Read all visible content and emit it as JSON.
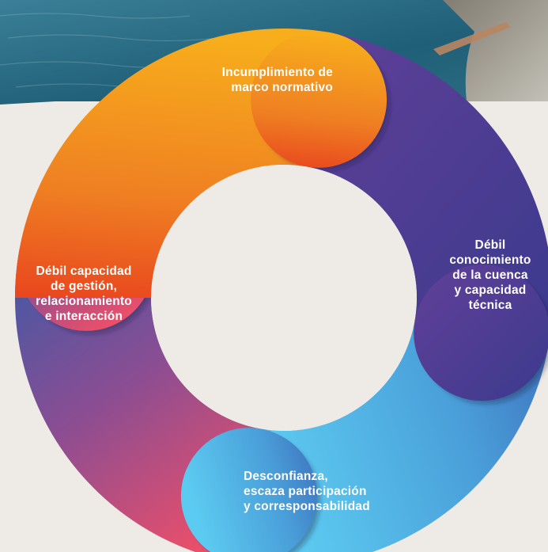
{
  "cycle": {
    "segments": [
      {
        "id": "top",
        "label": "Incumplimiento de\nmarco normativo",
        "colors": [
          "#f6a91c",
          "#e95a1f"
        ]
      },
      {
        "id": "right",
        "label": "Débil\nconocimiento\nde la cuenca\ny capacidad\ntécnica",
        "colors": [
          "#5a3f95",
          "#3e3a8e"
        ]
      },
      {
        "id": "bottom",
        "label": "Desconfianza,\nescaza participación\ny corresponsabilidad",
        "colors": [
          "#57c6ee",
          "#3c7ac0"
        ]
      },
      {
        "id": "left",
        "label": "Débil capacidad\nde gestión,\nrelacionamiento\ne interacción",
        "colors": [
          "#3e58a5",
          "#e9506b"
        ]
      }
    ]
  },
  "colors": {
    "background": "#eeebe6",
    "water": "#2a6f86",
    "hole": "#eeebe6"
  }
}
